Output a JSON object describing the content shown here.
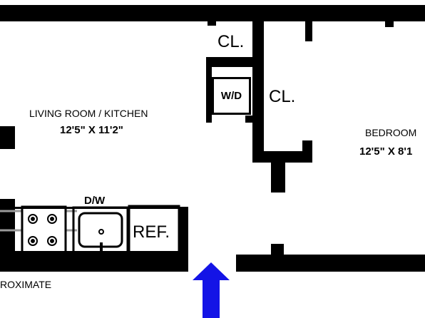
{
  "labels": {
    "closet_top": "CL.",
    "closet_right": "CL.",
    "washer_dryer": "W/D",
    "living_room": "LIVING ROOM / KITCHEN",
    "living_dims": "12'5\" X 11'2\"",
    "bedroom": "BEDROOM",
    "bedroom_dims": "12'5\" X 8'1",
    "dishwasher": "D/W",
    "refrigerator": "REF.",
    "footer": "ROXIMATE"
  },
  "colors": {
    "wall": "#000000",
    "entry_arrow": "#1414e6",
    "fixture_gray": "#9a9a9a"
  },
  "icons": {
    "entry": "arrow-up-icon",
    "stove": "stove-burners-icon",
    "sink": "sink-icon"
  }
}
